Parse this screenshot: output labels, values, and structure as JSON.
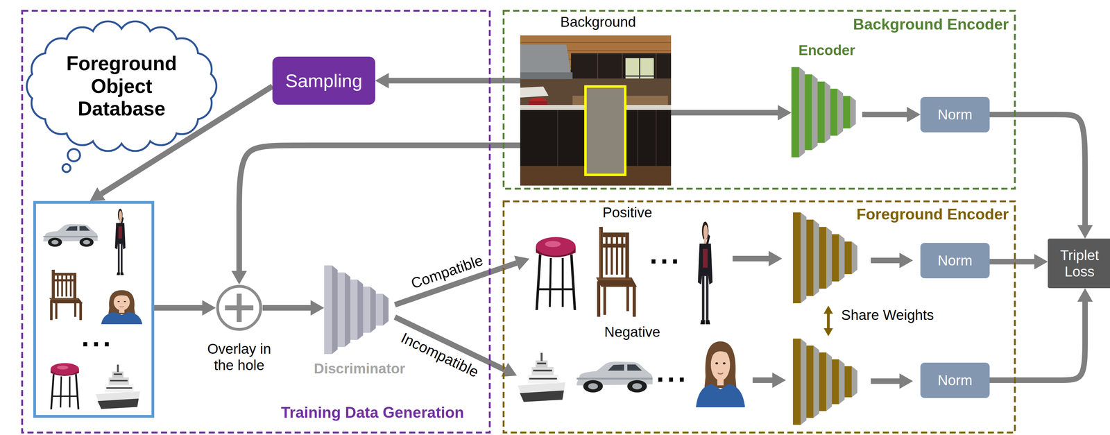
{
  "diagram": {
    "nodes": [
      {
        "text": [
          "Training Data Generation"
        ]
      },
      {
        "text": [
          "Foreground Object Database"
        ],
        "in": 0
      },
      {
        "text": [
          "Sampling"
        ],
        "in": 0
      },
      {
        "text": [
          "..."
        ],
        "in": 0
      },
      {
        "text": [
          "Overlay in the hole"
        ],
        "in": 0
      },
      {
        "text": [
          "Discriminator"
        ],
        "in": 0
      },
      {
        "text": [
          "Background Encoder"
        ]
      },
      {
        "text": [
          "Background"
        ],
        "in": 6
      },
      {
        "text": [
          "Encoder"
        ],
        "in": 6
      },
      {
        "text": [
          "Norm"
        ],
        "in": 6
      },
      {
        "text": [
          "Foreground Encoder"
        ]
      },
      {
        "text": [
          "Positive",
          "..."
        ],
        "in": 10
      },
      {
        "text": [
          "Norm"
        ],
        "in": 10
      },
      {
        "text": [
          "Negative",
          "..."
        ],
        "in": 10
      },
      {
        "text": [
          "Norm"
        ],
        "in": 10
      },
      {
        "text": [
          "Triplet Loss"
        ]
      }
    ],
    "edges": [
      {
        "from": 7,
        "to": 2,
        "arrow": "to"
      },
      {
        "from": 2,
        "to": 3,
        "arrow": "to"
      },
      {
        "from": 7,
        "to": 4,
        "arrow": "to"
      },
      {
        "from": 3,
        "to": 4,
        "arrow": "to"
      },
      {
        "from": 4,
        "to": 5,
        "arrow": "to"
      },
      {
        "from": 5,
        "to": 11,
        "label": "Compatible",
        "arrow": "to"
      },
      {
        "from": 5,
        "to": 13,
        "label": "Incompatible",
        "arrow": "to"
      },
      {
        "from": 7,
        "to": 8,
        "arrow": "to"
      },
      {
        "from": 8,
        "to": 9,
        "arrow": "to"
      },
      {
        "from": 9,
        "to": 15,
        "arrow": "to"
      },
      {
        "from": 12,
        "to": 15,
        "arrow": "to"
      },
      {
        "from": 14,
        "to": 15,
        "arrow": "to"
      }
    ],
    "labels": [
      "Share Weights"
    ]
  }
}
